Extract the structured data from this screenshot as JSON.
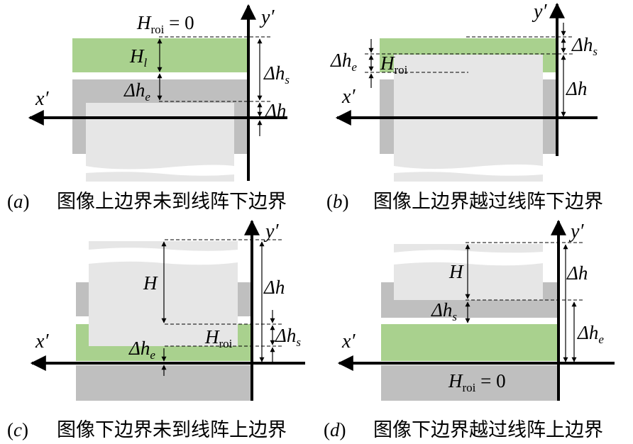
{
  "colors": {
    "green": "#a9d18e",
    "gray_dark": "#bfbfbf",
    "gray_light": "#e6e6e6",
    "axis": "#000000"
  },
  "panels": {
    "a": {
      "tag": "(a)",
      "caption": "图像上边界未到线阵下边界",
      "h_roi_zero": "H",
      "h_roi_zero_sub": "roi",
      "h_roi_zero_eq": " = 0",
      "h_l": "H",
      "h_l_sub": "l",
      "delta_h_e": "Δh",
      "delta_h_e_sub": "e",
      "delta_h_s": "Δh",
      "delta_h_s_sub": "s",
      "delta_h": "Δh",
      "x_axis": "x′",
      "y_axis": "y′"
    },
    "b": {
      "tag": "(b)",
      "caption": "图像上边界越过线阵下边界",
      "delta_h_e": "Δh",
      "delta_h_e_sub": "e",
      "h_roi": "H",
      "h_roi_sub": "roi",
      "delta_h_s": "Δh",
      "delta_h_s_sub": "s",
      "delta_h": "Δh",
      "x_axis": "x′",
      "y_axis": "y′"
    },
    "c": {
      "tag": "(c)",
      "caption": "图像下边界未到线阵上边界",
      "h": "H",
      "delta_h": "Δh",
      "h_roi": "H",
      "h_roi_sub": "roi",
      "delta_h_s": "Δh",
      "delta_h_s_sub": "s",
      "delta_h_e": "Δh",
      "delta_h_e_sub": "e",
      "x_axis": "x′",
      "y_axis": "y′"
    },
    "d": {
      "tag": "(d)",
      "caption": "图像下边界越过线阵上边界",
      "h": "H",
      "delta_h": "Δh",
      "delta_h_s": "Δh",
      "delta_h_s_sub": "s",
      "delta_h_e": "Δh",
      "delta_h_e_sub": "e",
      "h_roi_zero": "H",
      "h_roi_zero_sub": "roi",
      "h_roi_zero_eq": " = 0",
      "x_axis": "x′",
      "y_axis": "y′"
    }
  }
}
